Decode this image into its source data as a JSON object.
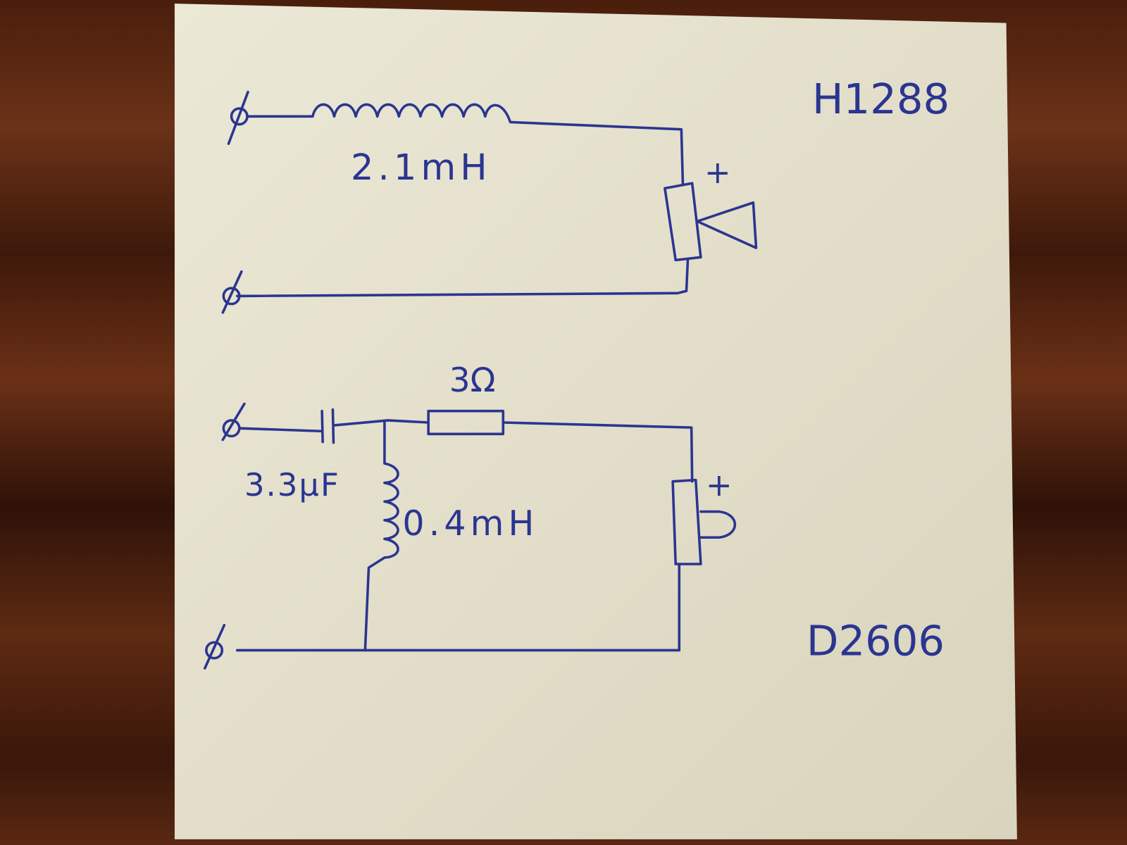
{
  "diagram": {
    "top_circuit": {
      "model_label": "H1288",
      "inductor_label": "2.1mH",
      "polarity_label": "+"
    },
    "bottom_circuit": {
      "model_label": "D2606",
      "resistor_label": "3Ω",
      "capacitor_label": "3.3μF",
      "inductor_label": "0.4mH",
      "polarity_label": "+"
    }
  },
  "colors": {
    "ink": "#2b3590",
    "paper": "#e6e2cf",
    "wood": "#5a2a14"
  }
}
